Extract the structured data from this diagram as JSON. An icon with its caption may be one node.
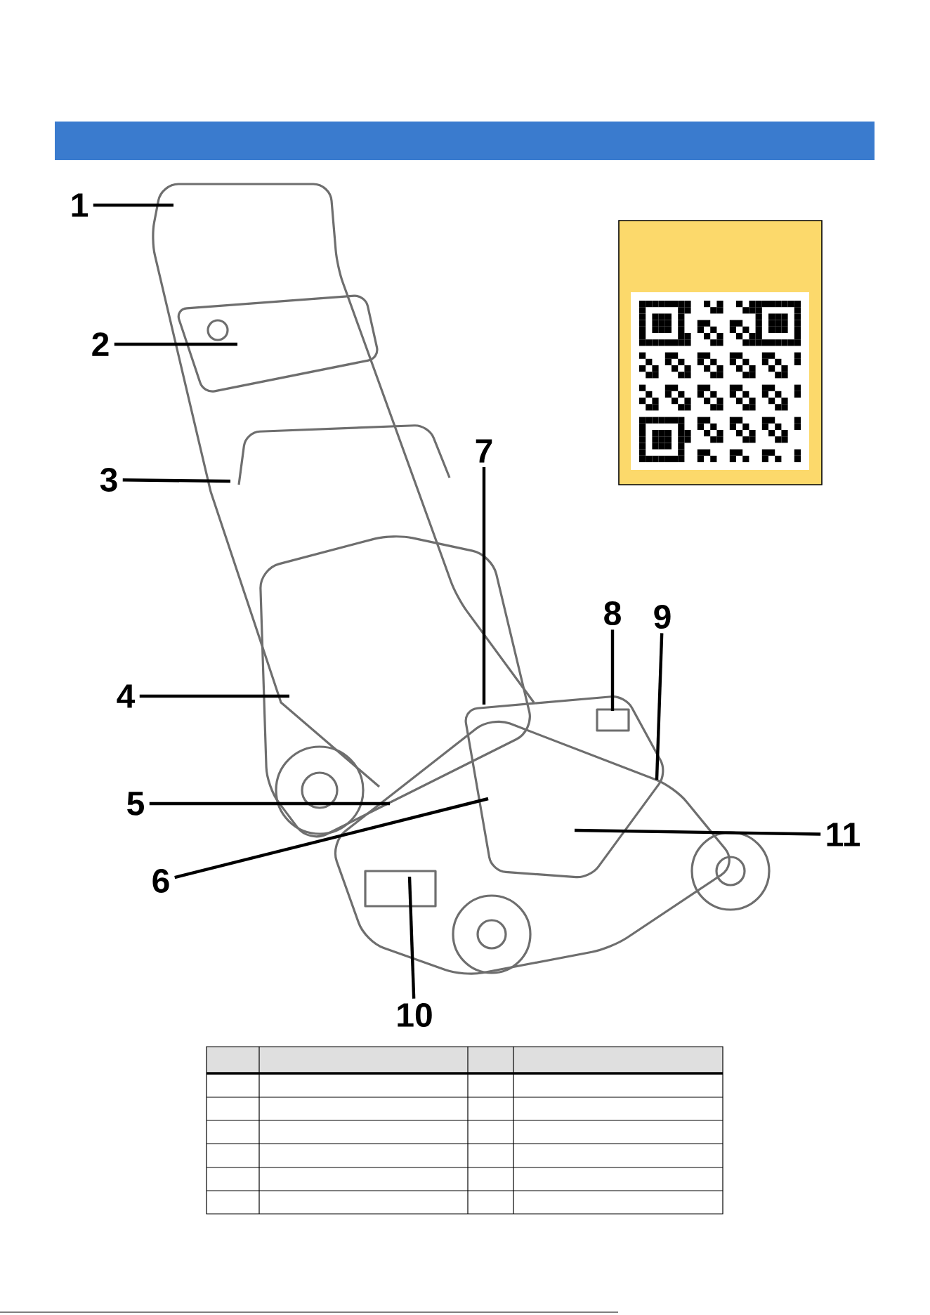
{
  "diagram": {
    "nodes": [
      {
        "text": [
          "1"
        ]
      },
      {
        "text": [
          "2"
        ]
      },
      {
        "text": [
          "3"
        ]
      },
      {
        "text": [
          "4"
        ]
      },
      {
        "text": [
          "5"
        ]
      },
      {
        "text": [
          "6"
        ]
      },
      {
        "text": [
          "7"
        ]
      },
      {
        "text": [
          "8"
        ]
      },
      {
        "text": [
          "9"
        ]
      },
      {
        "text": [
          "10"
        ]
      },
      {
        "text": [
          "11"
        ]
      }
    ],
    "edges": [
      {
        "from": 0,
        "to": null,
        "arrow": "none"
      },
      {
        "from": 1,
        "to": null,
        "arrow": "none"
      },
      {
        "from": 2,
        "to": null,
        "arrow": "none"
      },
      {
        "from": 3,
        "to": null,
        "arrow": "none"
      },
      {
        "from": 4,
        "to": null,
        "arrow": "none"
      },
      {
        "from": 5,
        "to": null,
        "arrow": "none"
      },
      {
        "from": 6,
        "to": null,
        "arrow": "none"
      },
      {
        "from": 7,
        "to": null,
        "arrow": "none"
      },
      {
        "from": 8,
        "to": null,
        "arrow": "none"
      },
      {
        "from": 9,
        "to": null,
        "arrow": "none"
      },
      {
        "from": 10,
        "to": null,
        "arrow": "none"
      }
    ]
  }
}
